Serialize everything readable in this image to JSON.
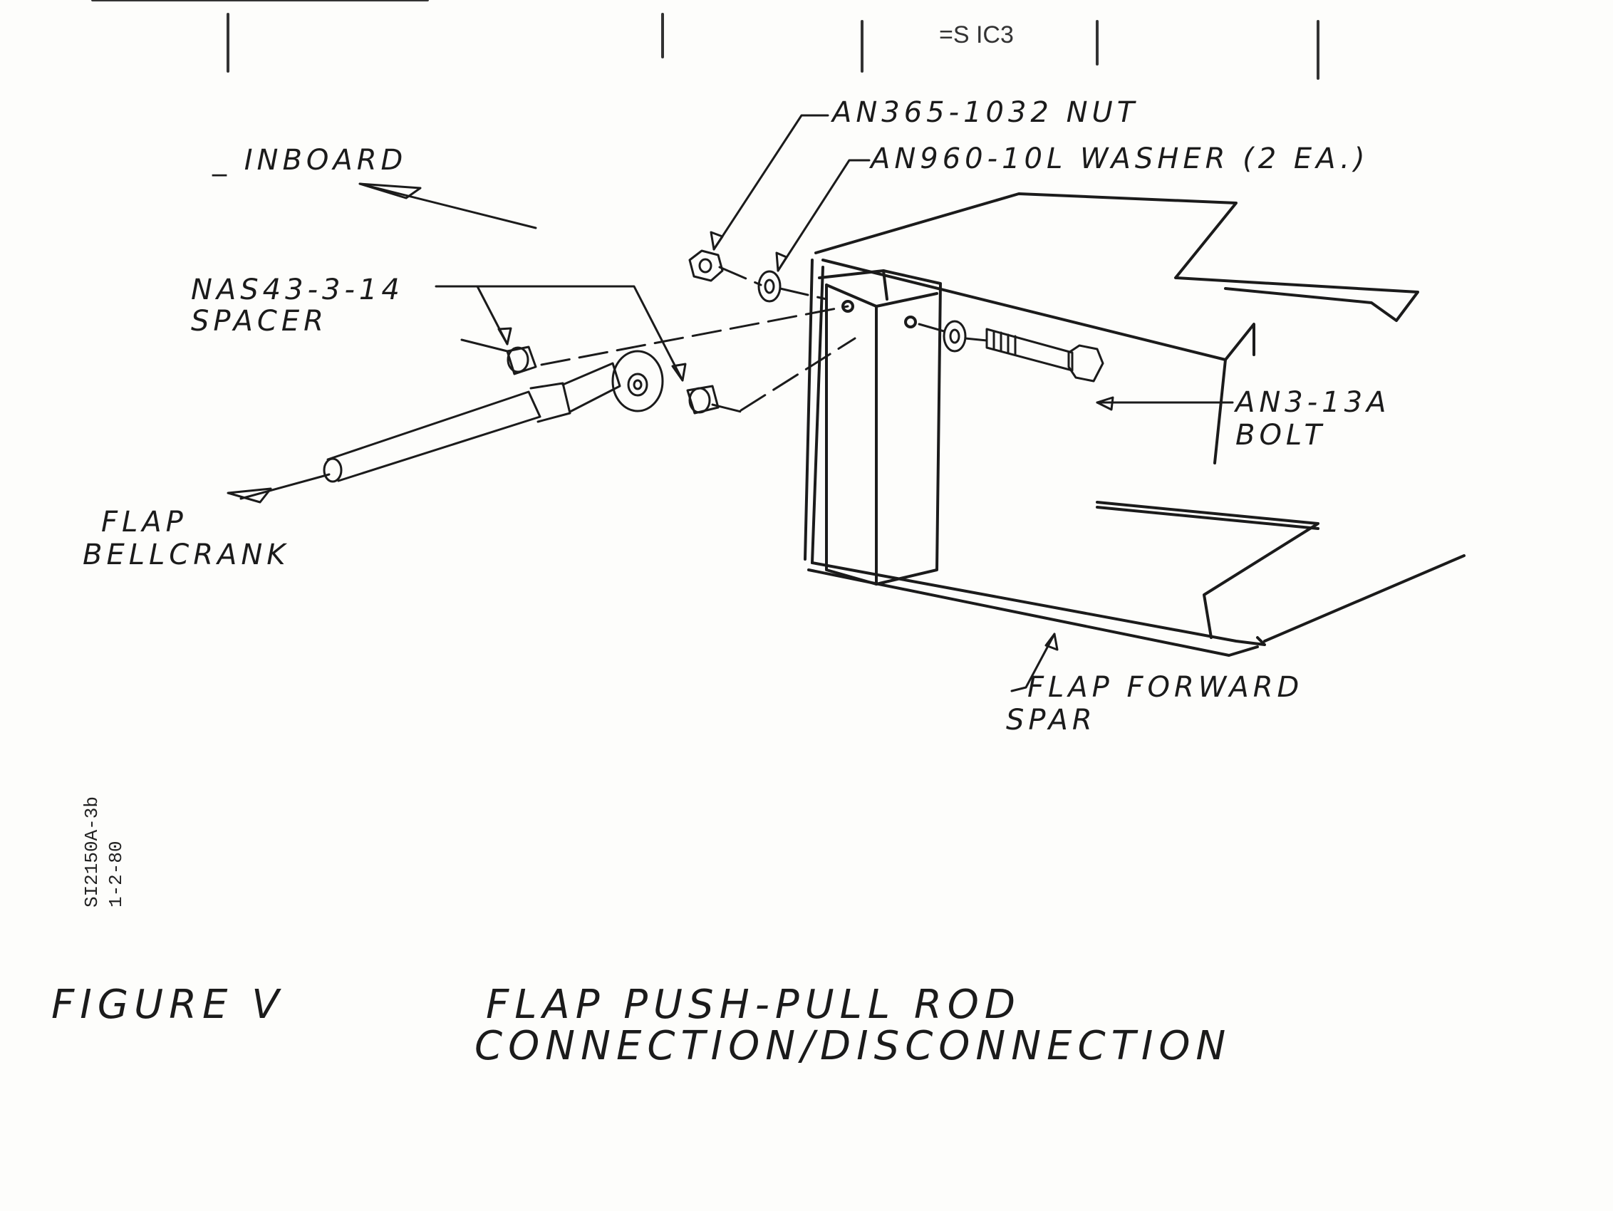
{
  "header_fragment": "=S IC3",
  "labels": {
    "nut": "AN365-1032 NUT",
    "washer": "AN960-10L WASHER (2 EA.)",
    "inboard": "INBOARD",
    "spacer_line1": "NAS43-3-14",
    "spacer_line2": "SPACER",
    "bolt_line1": "AN3-13A",
    "bolt_line2": "BOLT",
    "bellcrank_line1": "FLAP",
    "bellcrank_line2": "BELLCRANK",
    "spar_line1": "FLAP FORWARD",
    "spar_line2": "SPAR"
  },
  "document_ref": {
    "line1": "SI2150A-3b",
    "line2": "1-2-80"
  },
  "figure": {
    "number": "FIGURE V",
    "title_line1": "FLAP PUSH-PULL ROD",
    "title_line2": "CONNECTION/DISCONNECTION"
  },
  "colors": {
    "ink": "#1b1b1b",
    "paper": "#fdfdfb"
  }
}
